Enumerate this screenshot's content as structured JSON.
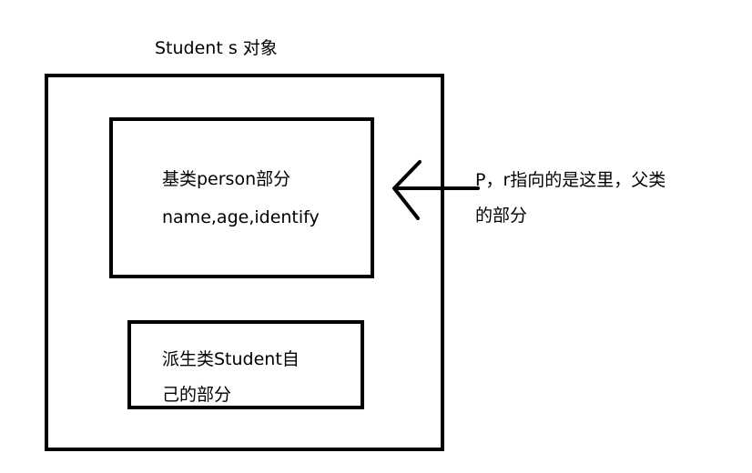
{
  "diagram": {
    "title": "Student s 对象",
    "base_box": {
      "line1": "基类person部分",
      "line2": "name,age,identify"
    },
    "derived_box": {
      "line1": "派生类Student自",
      "line2": "己的部分"
    },
    "annotation": {
      "line1": "P，r指向的是这里，父类",
      "line2": "的部分"
    }
  }
}
